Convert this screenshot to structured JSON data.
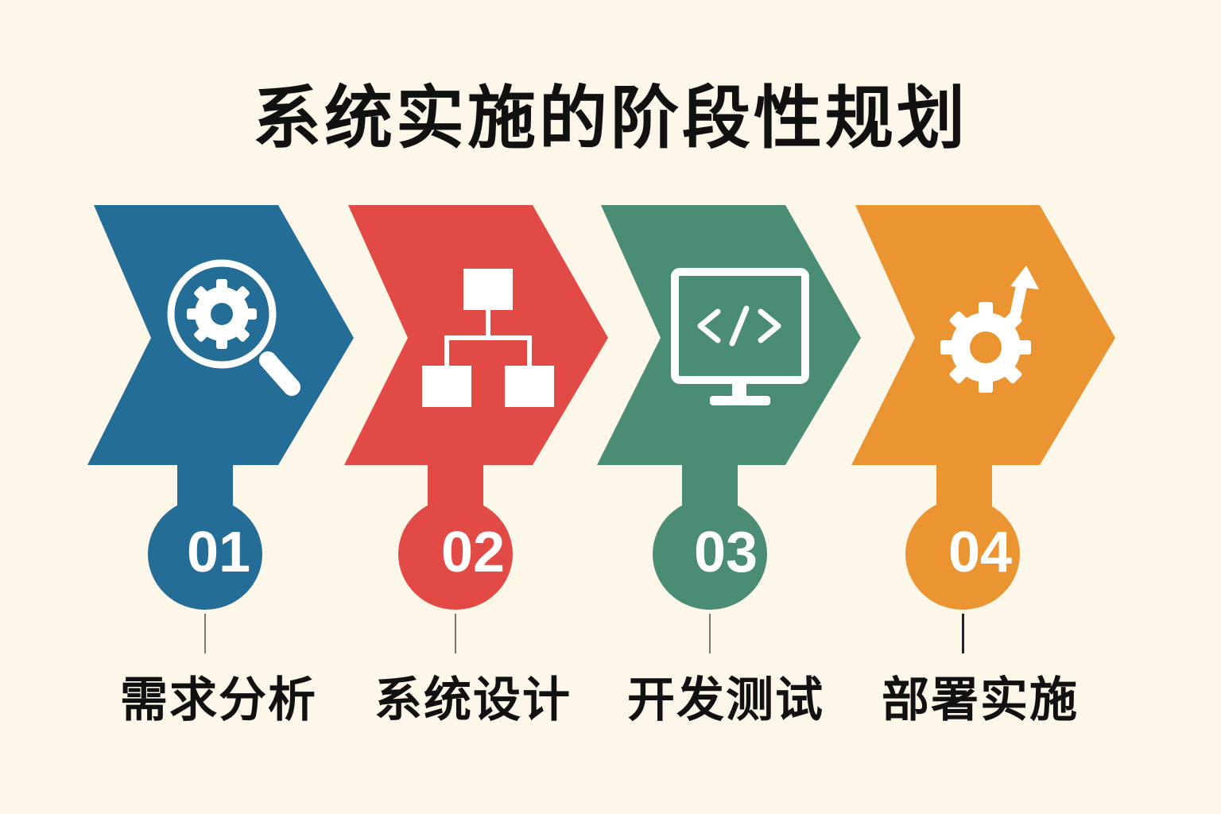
{
  "title": "系统实施的阶段性规划",
  "stages": [
    {
      "number": "01",
      "label": "需求分析",
      "color": "#236d97",
      "icon": "search-gear-icon"
    },
    {
      "number": "02",
      "label": "系统设计",
      "color": "#e24b45",
      "icon": "hierarchy-icon"
    },
    {
      "number": "03",
      "label": "开发测试",
      "color": "#4a8d74",
      "icon": "monitor-code-icon"
    },
    {
      "number": "04",
      "label": "部署实施",
      "color": "#ea9531",
      "icon": "gear-arrow-icon"
    }
  ]
}
